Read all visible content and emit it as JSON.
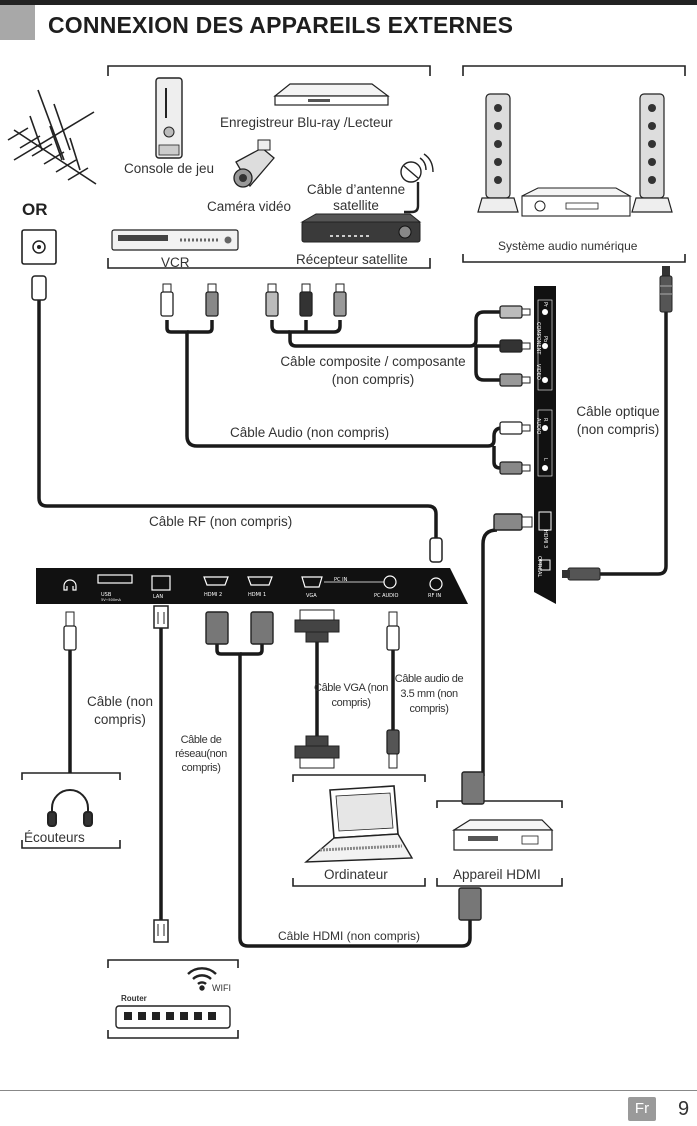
{
  "header": {
    "title": "CONNEXION DES APPAREILS EXTERNES"
  },
  "separator": "OR",
  "devices": {
    "game_console": "Console de jeu",
    "bluray": "Enregistreur Blu-ray /Lecteur",
    "camcorder": "Caméra vidéo",
    "antenna_cable": "Câble d’antenne satellite",
    "vcr": "VCR",
    "satellite_receiver": "Récepteur satellite",
    "audio_system": "Système audio numérique",
    "headphones": "Écouteurs",
    "computer": "Ordinateur",
    "hdmi_device": "Appareil HDMI",
    "router": "Router",
    "wifi": "WIFI"
  },
  "cables": {
    "composite": "Câble composite / composante (non compris)",
    "audio": "Câble Audio (non compris)",
    "optical": "Câble optique (non compris)",
    "rf": "Câble RF (non compris)",
    "headphone": "Câble (non compris)",
    "network": "Câble de réseau(non compris)",
    "vga": "Câble VGA (non compris)",
    "audio35": "Câble audio de 3.5 mm (non compris)",
    "hdmi": "Câble HDMI (non compris)"
  },
  "tv_ports": {
    "usb": "USB",
    "usb_sub": "5V⎓500mA",
    "lan": "LAN",
    "hdmi2": "HDMI 2",
    "hdmi1": "HDMI 1",
    "vga": "VGA",
    "pc_in": "PC IN",
    "pc_audio": "PC AUDIO",
    "rf_in": "RF IN"
  },
  "side_ports": {
    "component": "COMPONENT",
    "video": "VIDEO",
    "pr": "Pr",
    "pb": "Pb",
    "audio": "AUDIO",
    "r": "R",
    "l": "L",
    "hdmi3": "HDMI 3",
    "optical": "OPTICAL"
  },
  "footer": {
    "lang": "Fr",
    "page": "9"
  }
}
